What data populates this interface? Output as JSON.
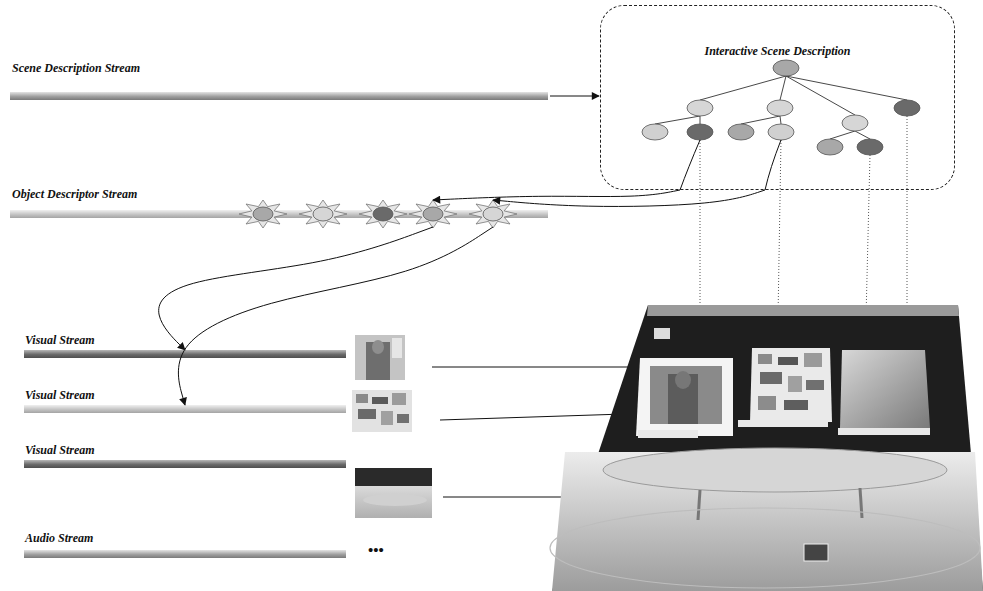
{
  "diagram": {
    "nodes": [
      {
        "text": [
          "Scene Description Stream"
        ]
      },
      {
        "text": [
          "Interactive Scene Description"
        ]
      },
      {
        "text": [
          "Object Descriptor Stream"
        ]
      },
      {
        "text": [
          "Visual Stream"
        ]
      },
      {
        "text": [
          "Visual Stream"
        ]
      },
      {
        "text": [
          "Visual Stream"
        ]
      },
      {
        "text": [
          "Audio Stream"
        ]
      }
    ],
    "edges": [
      {
        "from": 0,
        "to": 1,
        "arrow": "to"
      },
      {
        "from": 1,
        "to": 2,
        "arrow": "to"
      },
      {
        "from": 1,
        "to": 2,
        "arrow": "to"
      },
      {
        "from": 2,
        "to": 3,
        "arrow": "to"
      },
      {
        "from": 2,
        "to": 4,
        "arrow": "to"
      }
    ],
    "labels": [
      "•••"
    ]
  }
}
